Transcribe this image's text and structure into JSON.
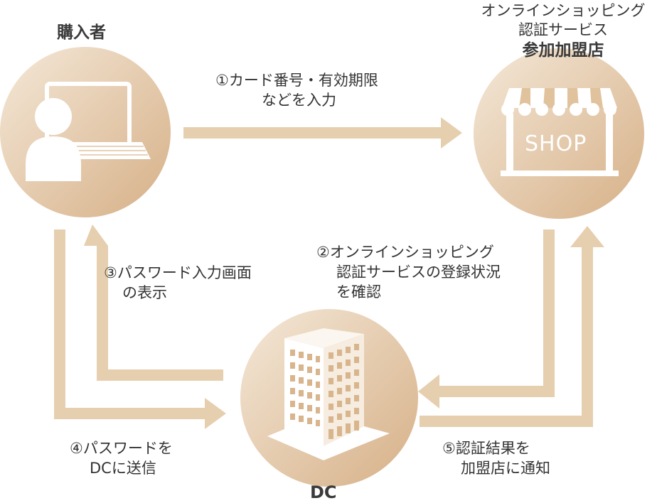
{
  "colors": {
    "circle_light": "#f3e6d4",
    "circle_dark": "#d8b58d",
    "arrow": "#e6cfaf",
    "text": "#333333"
  },
  "nodes": {
    "buyer": {
      "title": "購入者"
    },
    "shop": {
      "title_line1": "オンラインショッピング",
      "title_line2": "認証サービス",
      "title_line3": "参加加盟店",
      "sign": "SHOP"
    },
    "dc": {
      "title": "DC"
    }
  },
  "steps": {
    "s1": {
      "line1": "①カード番号・有効期限",
      "line2": "などを入力"
    },
    "s2": {
      "line1": "②オンラインショッピング",
      "line2": "認証サービスの登録状況",
      "line3": "を確認"
    },
    "s3": {
      "line1": "③パスワード入力画面",
      "line2": "の表示"
    },
    "s4": {
      "line1": "④パスワードを",
      "line2": "DCに送信"
    },
    "s5": {
      "line1": "⑤認証結果を",
      "line2": "加盟店に通知"
    }
  }
}
